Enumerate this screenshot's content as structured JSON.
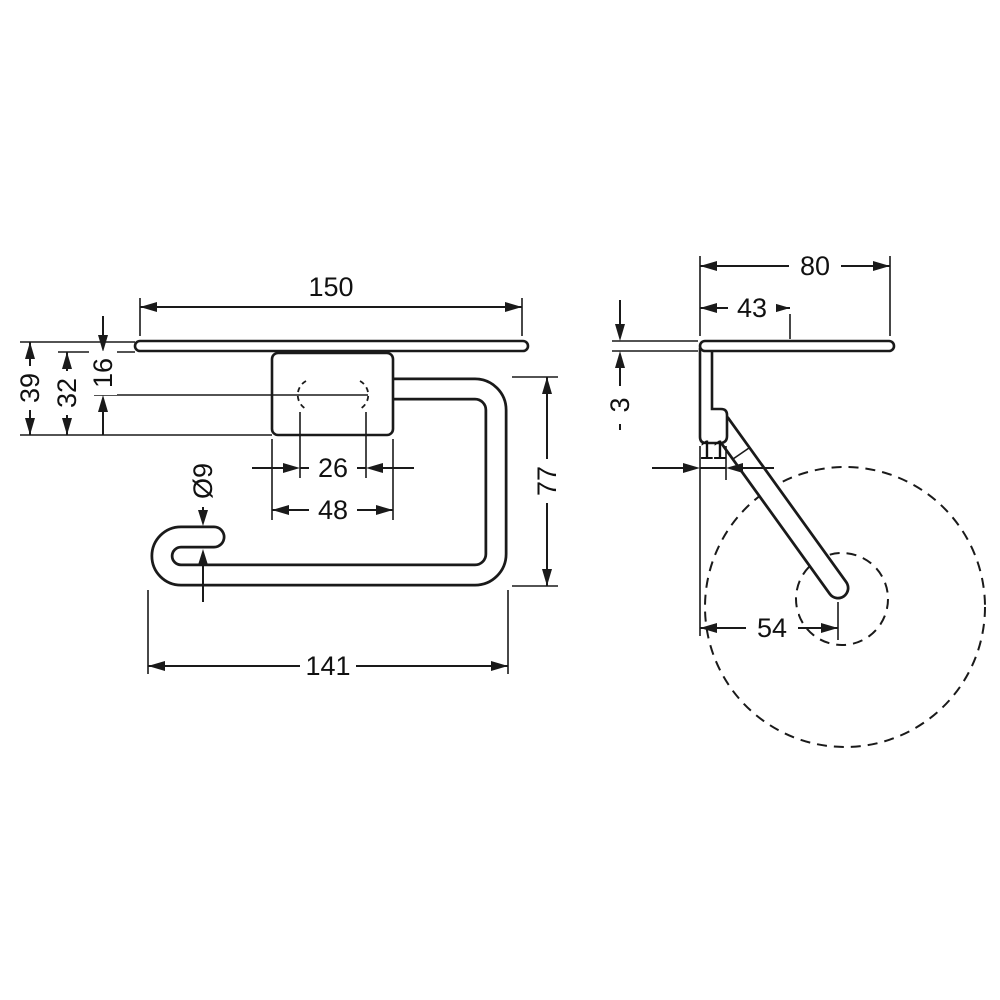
{
  "page": {
    "background": "#ffffff",
    "line_color": "#1a1a1a",
    "drawing_type": "technical dimension drawing"
  },
  "front_view": {
    "dims": {
      "width_shelf": "150",
      "height_total": "39",
      "height_plate": "32",
      "bar_offset": "16",
      "hole_spacing": "26",
      "plate_width": "48",
      "bar_diameter": "Ø9",
      "holder_width": "141",
      "holder_height": "77"
    }
  },
  "side_view": {
    "dims": {
      "depth_total": "80",
      "shelf_depth": "43",
      "shelf_thickness": "3",
      "bracket_depth": "11",
      "roll_offset": "54"
    }
  }
}
